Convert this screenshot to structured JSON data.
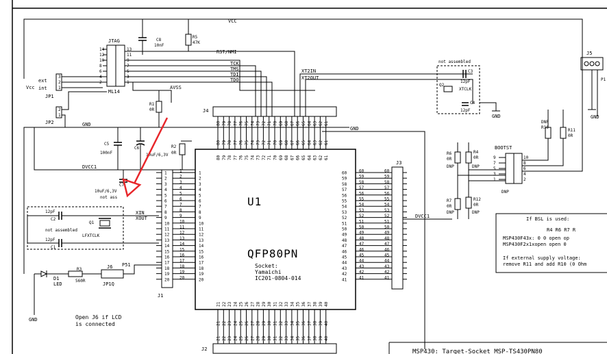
{
  "nets": {
    "vcc": "VCC",
    "rst": "RST/NMI",
    "tck": "TCK",
    "tms": "TMS",
    "tdi": "TDI",
    "tdo": "TDO",
    "avss": "AVSS",
    "gnd": "GND",
    "dvcc1": "DVCC1",
    "xt2in": "XT2IN",
    "xt2out": "XT2OUT",
    "xin": "XIN",
    "xout": "XOUT",
    "p51": "P51",
    "xtclk": "XTCLK",
    "lfxtclk": "LFXTCLK"
  },
  "components": {
    "jtag": {
      "name": "JTAG",
      "part": "ML14",
      "pins_left": [
        "14",
        "12",
        "10",
        "8",
        "6",
        "4",
        "2"
      ],
      "pins_right": [
        "13",
        "11",
        "9",
        "7",
        "5",
        "3",
        "1"
      ]
    },
    "jp1": {
      "name": "JP1",
      "pins": [
        "3",
        "2",
        "1"
      ],
      "label_ext": "ext",
      "label_vcc": "Vcc",
      "label_int": "int"
    },
    "jp2": {
      "name": "JP2",
      "pins": [
        "2",
        "1"
      ]
    },
    "c8": {
      "name": "C8",
      "value": "10nF"
    },
    "r5": {
      "name": "R5",
      "value": "47K"
    },
    "r1": {
      "name": "R1",
      "value": "0R"
    },
    "r2": {
      "name": "R2",
      "value": "0R"
    },
    "c5": {
      "name": "C5",
      "value": "100nF"
    },
    "c6": {
      "name": "C6",
      "value": "10uF/6,3V"
    },
    "c7": {
      "name": "C7",
      "value": "10uF/6,3V",
      "note": "not ass"
    },
    "c1": {
      "name": "C1",
      "value": "12pF"
    },
    "c2": {
      "name": "C2",
      "value": "12pF"
    },
    "q1": {
      "name": "Q1"
    },
    "q2": {
      "name": "Q2"
    },
    "c3": {
      "name": "C3",
      "value": "12pF"
    },
    "c4": {
      "name": "C4",
      "value": "12pF"
    },
    "not_assembled": "not assembled",
    "u1": {
      "name": "U1",
      "package": "QFP80PN",
      "socket_line1": "Socket:",
      "socket_line2": "Yamaichi",
      "socket_line3": "IC201-0804-014"
    },
    "j1": {
      "name": "J1"
    },
    "j2": {
      "name": "J2"
    },
    "j3": {
      "name": "J3"
    },
    "j4": {
      "name": "J4"
    },
    "j5": {
      "name": "J5",
      "suffix": "P1"
    },
    "j6": {
      "name": "J6",
      "part": "JP1Q"
    },
    "d1": {
      "name": "D1",
      "type": "LED"
    },
    "r3": {
      "name": "R3",
      "value": "560R"
    },
    "r4": {
      "name": "R4",
      "value": "0R",
      "note": "DNP"
    },
    "r6": {
      "name": "R6",
      "value": "0R",
      "note": "DNP"
    },
    "r7": {
      "name": "R7",
      "value": "0R",
      "note": "DNP"
    },
    "r10": {
      "name": "R10",
      "value": "DNP"
    },
    "r11": {
      "name": "R11",
      "value": "0R"
    },
    "r12": {
      "name": "R12",
      "value": "0R",
      "note": "DNP"
    },
    "bootst": {
      "name": "BOOTST",
      "note": "DNP",
      "pins_left": [
        "9",
        "7",
        "5",
        "3",
        "1"
      ],
      "pins_right": [
        "10",
        "8",
        "6",
        "4",
        "2"
      ]
    }
  },
  "pins": {
    "left": [
      "1",
      "2",
      "3",
      "4",
      "5",
      "6",
      "7",
      "8",
      "9",
      "10",
      "11",
      "12",
      "13",
      "14",
      "15",
      "16",
      "17",
      "18",
      "19",
      "20"
    ],
    "right": [
      "60",
      "59",
      "58",
      "57",
      "56",
      "55",
      "54",
      "53",
      "52",
      "51",
      "50",
      "49",
      "48",
      "47",
      "46",
      "45",
      "44",
      "43",
      "42",
      "41"
    ],
    "top": [
      "80",
      "79",
      "78",
      "77",
      "76",
      "75",
      "74",
      "73",
      "72",
      "71",
      "70",
      "69",
      "68",
      "67",
      "66",
      "65",
      "64",
      "63",
      "62",
      "61"
    ],
    "bottom": [
      "21",
      "22",
      "23",
      "24",
      "25",
      "26",
      "27",
      "28",
      "29",
      "30",
      "31",
      "32",
      "33",
      "34",
      "35",
      "36",
      "37",
      "38",
      "39",
      "40"
    ]
  },
  "notes": {
    "open_j6_line1": "Open J6 if LCD",
    "open_j6_line2": "is connected",
    "bsl_title": "If BSL is used:",
    "bsl_header": "R4  R6  R7  R",
    "bsl_row1": "MSP430F43x:  0   0  open op",
    "bsl_row2": "MSP430F2x1xopen open  0",
    "bsl_ext1": "If external supply voltage:",
    "bsl_ext2": "remove R11 and add R10 (0 Ohm",
    "title_block": "MSP430: Target-Socket MSP-TS430PN80"
  },
  "colors": {
    "ink": "#000000",
    "arrow": "#e8262a",
    "paper": "#ffffff"
  }
}
